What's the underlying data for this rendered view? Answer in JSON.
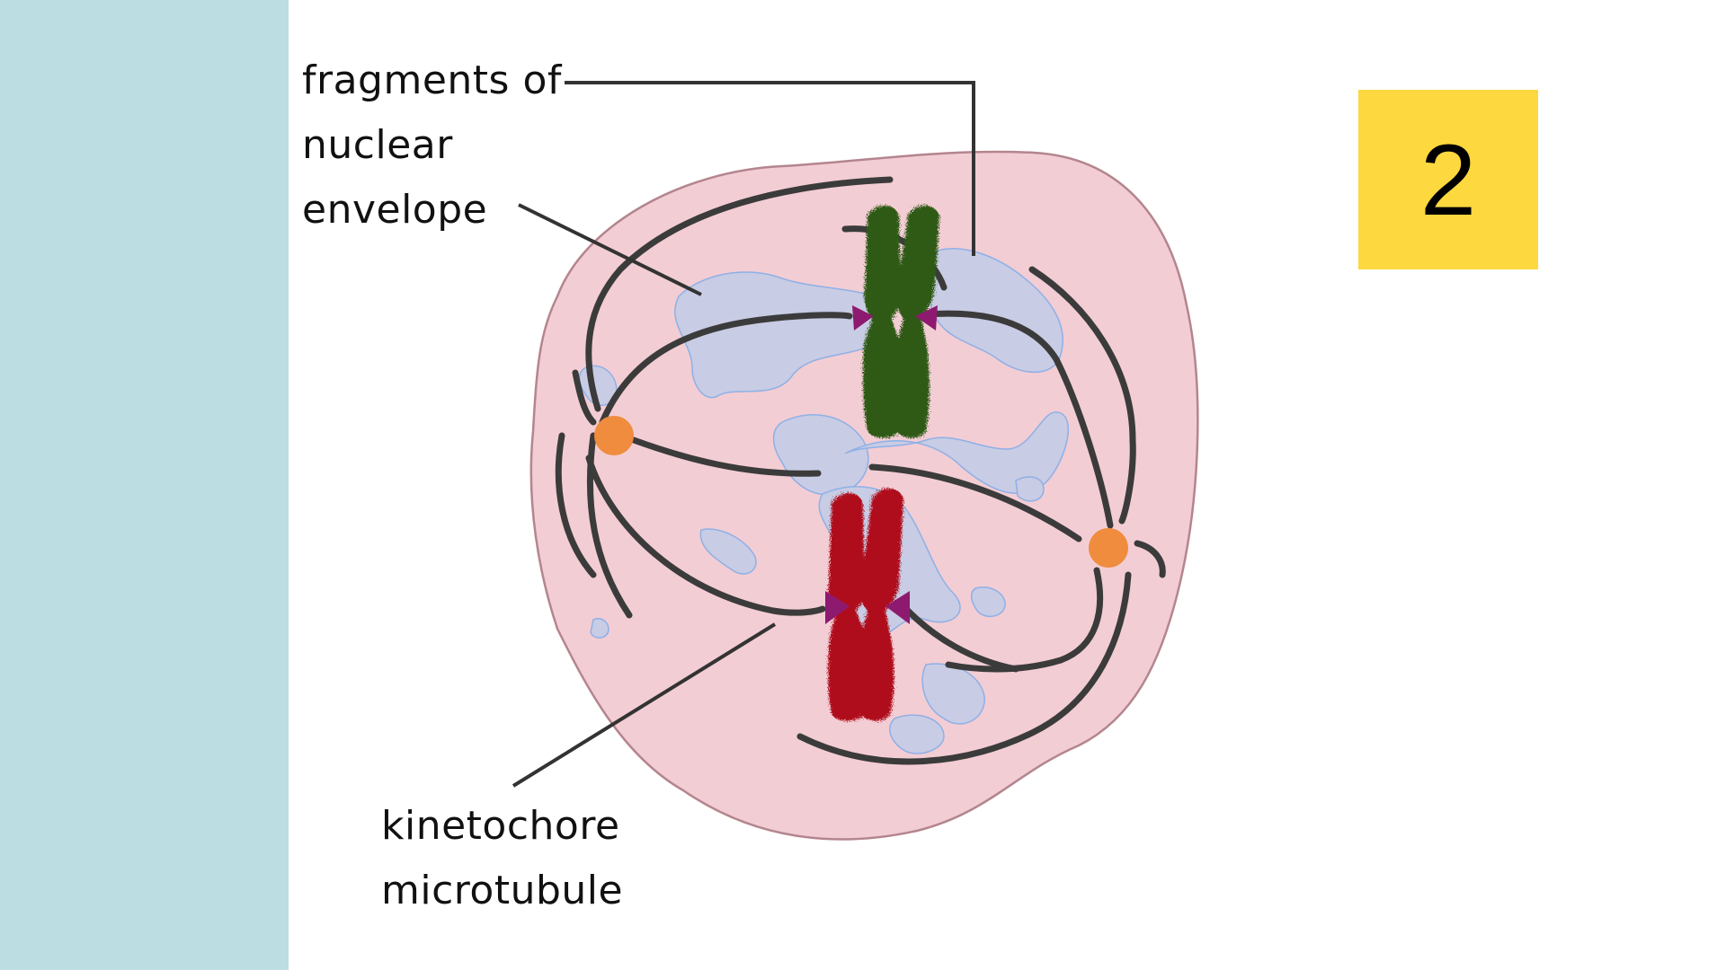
{
  "colors": {
    "sidebar": "#bcdee2",
    "cell_fill": "#f3cdd4",
    "cell_stroke": "#b4858e",
    "envelope_fragment": "#c8cce4",
    "envelope_stroke": "#8fb0e6",
    "microtubule": "#3b3b3b",
    "centrosome": "#ef8c3d",
    "chromosome_green": "#2f5a12",
    "chromosome_red": "#b00e1a",
    "kinetochore": "#8e1a6f",
    "badge": "#fdd83f",
    "leader_line": "#333333"
  },
  "labels": {
    "fragments": [
      "fragments of",
      "nuclear",
      "envelope"
    ],
    "kinetochore": [
      "kinetochore",
      "microtubule"
    ]
  },
  "step": {
    "number": "2"
  },
  "icons": {
    "cell": "cell-icon",
    "centrosome": "centrosome-icon",
    "chromosome": "chromosome-icon"
  }
}
